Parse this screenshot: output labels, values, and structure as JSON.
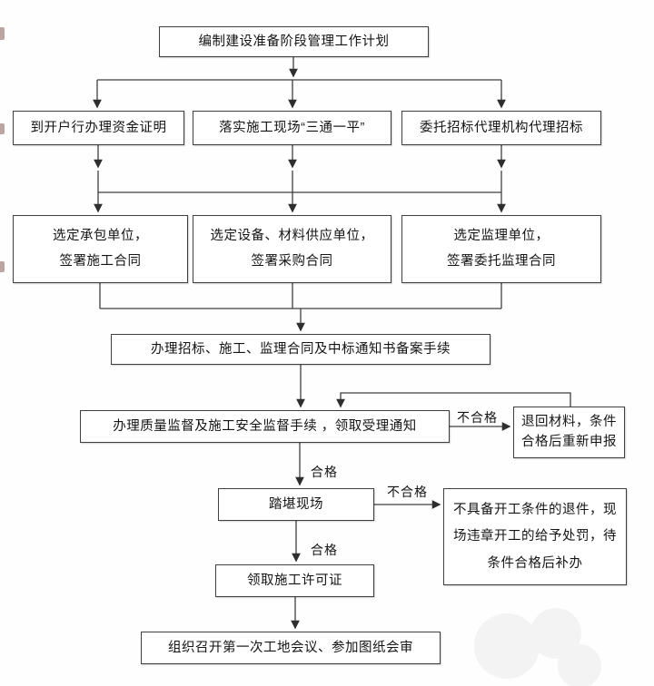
{
  "colors": {
    "page_bg": "#fefefe",
    "box_fill": "#ffffff",
    "box_border": "#3f3f3f",
    "text": "#141414",
    "connector": "#3f3f3f",
    "arrowhead": "#2e2e2e"
  },
  "nodes": {
    "plan": {
      "lines": [
        "编制建设准备阶段管理工作计划"
      ]
    },
    "fund": {
      "lines": [
        "到开户行办理资金证明"
      ]
    },
    "site": {
      "lines": [
        "落实施工现场“三通一平”"
      ]
    },
    "bidding_agency": {
      "lines": [
        "委托招标代理机构代理招标"
      ]
    },
    "contractor": {
      "lines": [
        "选定承包单位，",
        "签署施工合同"
      ]
    },
    "supplier": {
      "lines": [
        "选定设备、材料供应单位，",
        "签署采购合同"
      ]
    },
    "supervisor": {
      "lines": [
        "选定监理单位，",
        "签署委托监理合同"
      ]
    },
    "filing": {
      "lines": [
        "办理招标、施工、监理合同及中标通知书备案手续"
      ]
    },
    "quality_safety": {
      "lines": [
        "办理质量监督及施工安全监督手续 ，领取受理通知"
      ]
    },
    "return_materials": {
      "lines": [
        "退回材料，条件",
        "合格后重新申报"
      ]
    },
    "site_survey": {
      "lines": [
        "踏堪现场"
      ]
    },
    "rejection": {
      "lines": [
        "不具备开工条件的退件，现",
        "场违章开工的给予处罚，待",
        "条件合格后补办"
      ]
    },
    "permit": {
      "lines": [
        "领取施工许可证"
      ]
    },
    "first_meeting": {
      "lines": [
        "组织召开第一次工地会议、参加图纸会审"
      ]
    }
  },
  "edge_labels": {
    "fail_quality": "不合格",
    "pass_quality": "合格",
    "fail_survey": "不合格",
    "pass_survey": "合格"
  }
}
